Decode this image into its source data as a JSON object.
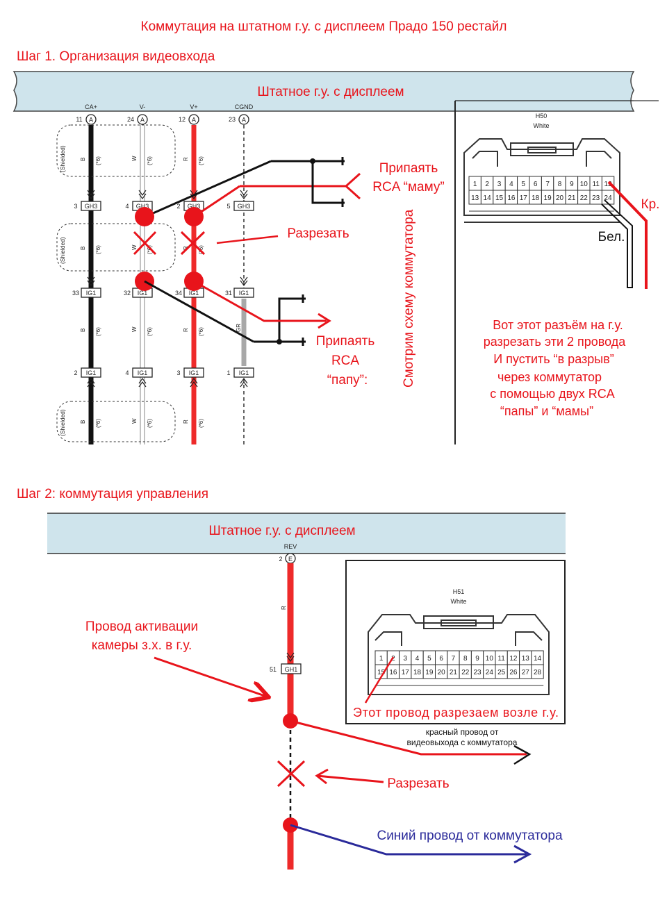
{
  "title": "Коммутация на штатном г.у. с дисплеем Прадо 150 рестайл",
  "step1": {
    "heading": "Шаг 1. Организация видеовхода",
    "head_unit": "Штатное г.у. с дисплеем",
    "pins_top": [
      {
        "name": "CA+",
        "num": "11",
        "conn": "A"
      },
      {
        "name": "V-",
        "num": "24",
        "conn": "A"
      },
      {
        "name": "V+",
        "num": "12",
        "conn": "A"
      },
      {
        "name": "CGND",
        "num": "23",
        "conn": "A"
      }
    ],
    "shielded": "(Shielded)",
    "wire_letters": [
      "B",
      "W",
      "R"
    ],
    "wire_note": "(*6)",
    "wire_gr": "GR",
    "gh3_row": [
      {
        "num": "3",
        "label": "GH3"
      },
      {
        "num": "4",
        "label": "GH3"
      },
      {
        "num": "2",
        "label": "GH3"
      },
      {
        "num": "5",
        "label": "GH3"
      }
    ],
    "ig1_row1": [
      {
        "num": "33",
        "label": "IG1"
      },
      {
        "num": "32",
        "label": "IG1"
      },
      {
        "num": "34",
        "label": "IG1"
      },
      {
        "num": "31",
        "label": "IG1"
      }
    ],
    "ig1_row2": [
      {
        "num": "2",
        "label": "IG1"
      },
      {
        "num": "4",
        "label": "IG1"
      },
      {
        "num": "3",
        "label": "IG1"
      },
      {
        "num": "1",
        "label": "IG1"
      }
    ],
    "solder_mama": [
      "Припаять",
      "RCA “маму”"
    ],
    "cut": "Разрезать",
    "solder_papa": [
      "Припаять",
      "RCA",
      "“папу”:"
    ],
    "see_scheme": "Смотрим схему коммутатора",
    "connector": {
      "code": "H50",
      "color": "White",
      "row1": [
        "1",
        "2",
        "3",
        "4",
        "5",
        "6",
        "7",
        "8",
        "9",
        "10",
        "11",
        "12"
      ],
      "row2": [
        "13",
        "14",
        "15",
        "16",
        "17",
        "18",
        "19",
        "20",
        "21",
        "22",
        "23",
        "24"
      ]
    },
    "kr": "Кр.",
    "bel": "Бел.",
    "note": [
      "Вот этот разъём на г.у.",
      "разрезать эти 2 провода",
      "И пустить “в разрыв”",
      "через коммутатор",
      "с помощью двух RCA",
      "“папы” и “мамы”"
    ]
  },
  "step2": {
    "heading": "Шаг 2: коммутация управления",
    "head_unit": "Штатное г.у. с дисплеем",
    "pin": {
      "name": "REV",
      "num": "2",
      "conn": "E"
    },
    "wire_letter": "R",
    "gh1": {
      "num": "51",
      "label": "GH1"
    },
    "activation": [
      "Провод активации",
      "камеры з.х. в г.у."
    ],
    "connector": {
      "code": "H51",
      "color": "White",
      "row1": [
        "1",
        "2",
        "3",
        "4",
        "5",
        "6",
        "7",
        "8",
        "9",
        "10",
        "11",
        "12",
        "13",
        "14"
      ],
      "row2": [
        "15",
        "16",
        "17",
        "18",
        "19",
        "20",
        "21",
        "22",
        "23",
        "24",
        "25",
        "26",
        "27",
        "28"
      ]
    },
    "cut_here": "Этот провод  разрезаем возле г.у.",
    "red_from": [
      "красный провод от",
      "видеовыхода с коммутатора"
    ],
    "cut": "Разрезать",
    "blue_from": "Синий провод от коммутатора"
  },
  "colors": {
    "annotation_red": "#e8141b",
    "wire_red": "#ee2a2a",
    "wire_black": "#111111",
    "wire_gray": "#a8a8a8",
    "panel_blue": "#cfe4ec",
    "blue_wire": "#2a2a9a"
  }
}
